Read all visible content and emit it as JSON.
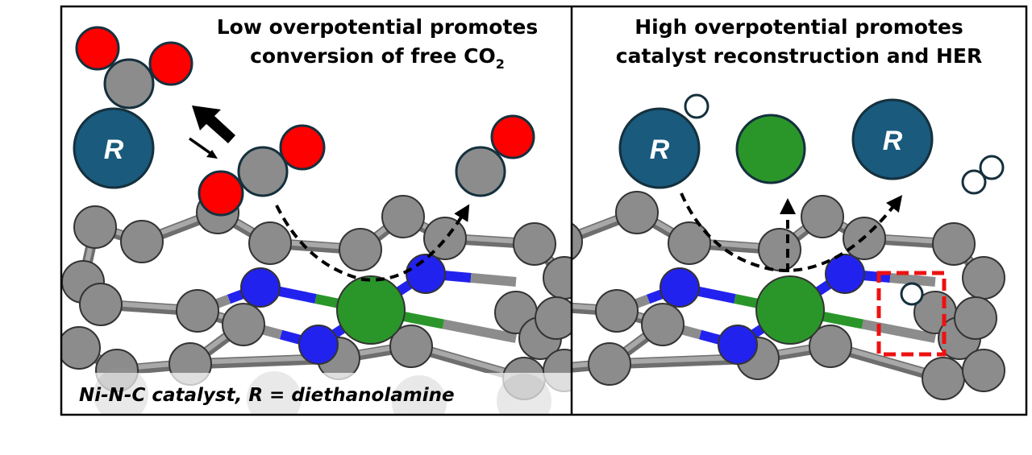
{
  "figure": {
    "left_panel": {
      "title_line1": "Low overpotential promotes",
      "title_line2_main": "conversion of free CO",
      "title_line2_sub": "2",
      "caption": "Ni-N-C catalyst, R = diethanolamine",
      "r_label": "R"
    },
    "right_panel": {
      "title_line1": "High overpotential promotes",
      "title_line2": "catalyst reconstruction and HER",
      "r_label_left": "R",
      "r_label_right": "R"
    }
  },
  "colors": {
    "oxygen": "#ff0000",
    "carbon": "#8c8c8c",
    "nitrogen": "#2222ee",
    "nickel": "#2a962a",
    "amine_R": "#195a7d",
    "highlight_box": "#ee1111",
    "outline": "#15303d"
  }
}
